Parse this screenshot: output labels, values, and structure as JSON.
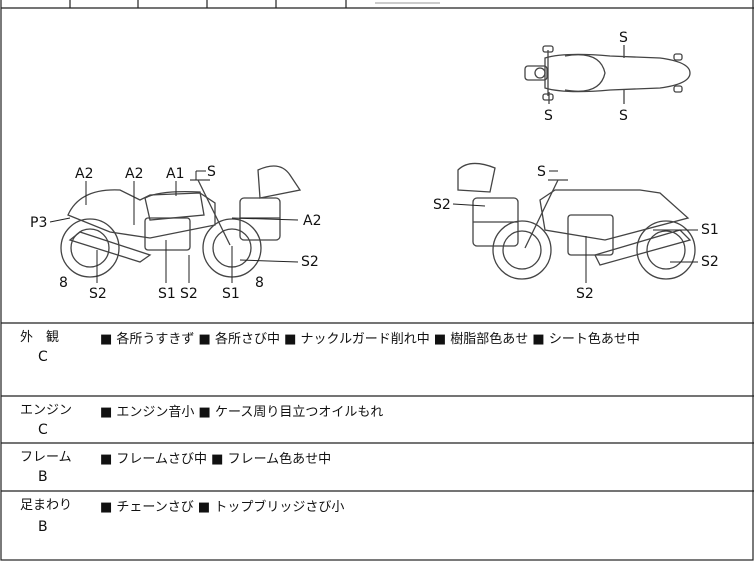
{
  "diagram_labels": {
    "top_view": [
      "S",
      "S",
      "S"
    ],
    "left_view": [
      "A2",
      "A2",
      "A1",
      "S",
      "P3",
      "A2",
      "S2",
      "8",
      "S2",
      "S1",
      "S2",
      "S1",
      "8"
    ],
    "right_view": [
      "S",
      "S2",
      "S1",
      "S2",
      "S2"
    ]
  },
  "conditions": [
    {
      "label": "外　観",
      "grade": "C",
      "notes": "■ 各所うすきず ■ 各所さび中 ■ ナックルガード削れ中 ■ 樹脂部色あせ ■ シート色あせ中"
    },
    {
      "label": "エンジン",
      "grade": "C",
      "notes": "■ エンジン音小 ■ ケース周り目立つオイルもれ"
    },
    {
      "label": "フレーム",
      "grade": "B",
      "notes": "■ フレームさび中 ■ フレーム色あせ中"
    },
    {
      "label": "足まわり",
      "grade": "B",
      "notes": "■ チェーンさび ■ トップブリッジさび小"
    }
  ]
}
